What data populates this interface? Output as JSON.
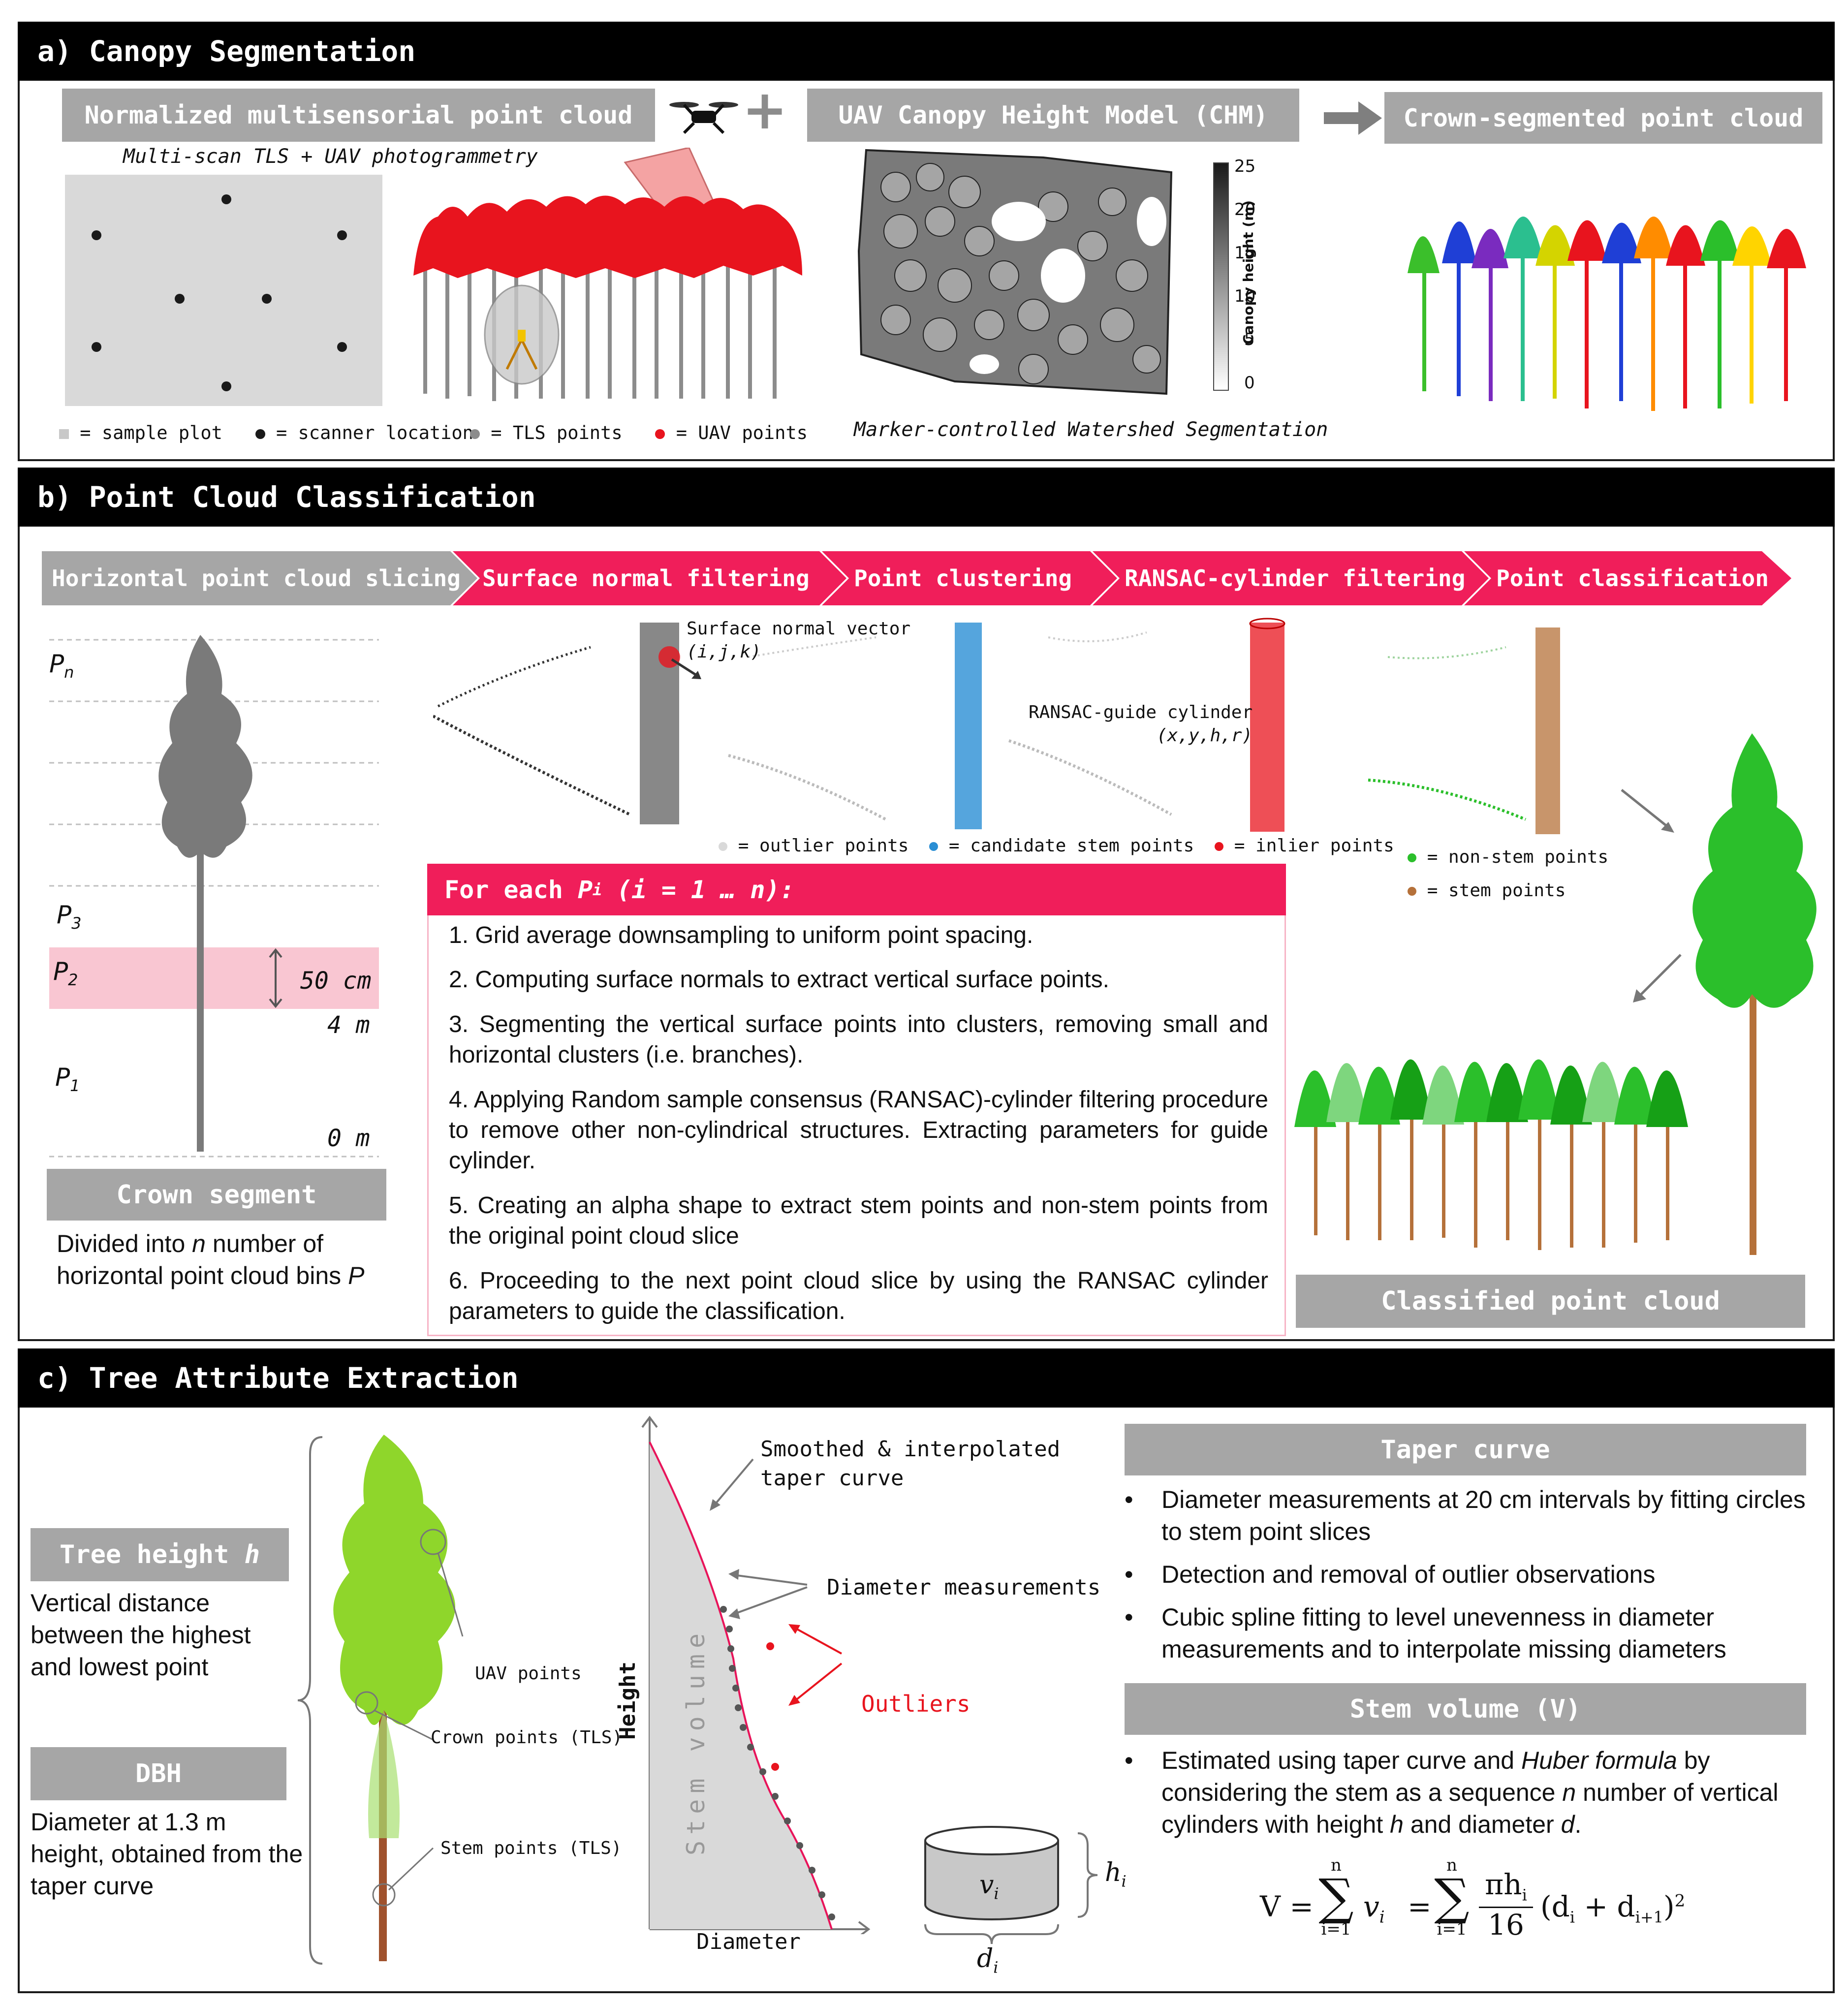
{
  "section_a": {
    "title": "a) Canopy Segmentation",
    "box_pointcloud": "Normalized multisensorial point cloud",
    "plus": "+",
    "box_chm": "UAV Canopy Height Model (CHM)",
    "box_crown": "Crown-segmented point cloud",
    "subtitle_tls": "Multi-scan TLS + UAV photogrammetry",
    "legend_sample_plot": "= sample plot",
    "legend_scanner": "= scanner location",
    "legend_tls": "= TLS points",
    "legend_uav": "= UAV points",
    "chm_caption": "Marker-controlled Watershed Segmentation",
    "colorbar_label": "Canopy height (m)",
    "colorbar_ticks": [
      "25",
      "20",
      "15",
      "10",
      "5",
      "0"
    ]
  },
  "section_b": {
    "title": "b) Point Cloud Classification",
    "steps": [
      "Horizontal point cloud slicing",
      "Surface normal filtering",
      "Point clustering",
      "RANSAC-cylinder filtering",
      "Point classification"
    ],
    "slice_labels": {
      "pn": "P",
      "pn_sub": "n",
      "p3": "P",
      "p3_sub": "3",
      "p2": "P",
      "p2_sub": "2",
      "p1": "P",
      "p1_sub": "1"
    },
    "slice_height": "50 cm",
    "mark_4m": "4 m",
    "mark_0m": "0 m",
    "crown_segment": "Crown segment",
    "crown_desc_1": "Divided into",
    "crown_desc_n": "n",
    "crown_desc_2": "number of",
    "crown_desc_3": "horizontal point cloud bins",
    "crown_desc_p": "P",
    "surface_normal_label": "Surface normal vector",
    "surface_normal_vec": "(i,j,k)",
    "ransac_label": "RANSAC-guide cylinder",
    "ransac_vec": "(x,y,h,r)",
    "legend_outlier": "= outlier points",
    "legend_candidate": "= candidate stem points",
    "legend_inlier": "= inlier points",
    "legend_nonstem": "= non-stem points",
    "legend_stem": "= stem points",
    "for_each_1": "For each",
    "for_each_p": "P",
    "for_each_sub": "i",
    "for_each_2": "(i = 1 … n):",
    "procedure": [
      "1. Grid average downsampling to uniform point spacing.",
      "2. Computing surface normals to extract vertical surface points.",
      "3. Segmenting the vertical surface points into clusters, removing small and horizontal clusters (i.e. branches).",
      "4. Applying Random sample consensus (RANSAC)-cylinder filtering procedure to remove other non-cylindrical structures. Extracting parameters for guide cylinder.",
      "5. Creating an alpha shape to extract stem points and non-stem points from the original point cloud slice",
      "6. Proceeding to the next point cloud slice by using the RANSAC cylinder parameters to guide the classification."
    ],
    "classified": "Classified point cloud"
  },
  "section_c": {
    "title": "c) Tree Attribute Extraction",
    "tree_height_box": "Tree height",
    "tree_height_var": "h",
    "tree_height_desc": "Vertical distance between the highest and lowest point",
    "dbh_box": "DBH",
    "dbh_desc": "Diameter at 1.3 m height, obtained from the taper curve",
    "uav_points": "UAV points",
    "crown_points": "Crown points (TLS)",
    "stem_points": "Stem points (TLS)",
    "smoothed_label": "Smoothed & interpolated taper curve",
    "diam_meas": "Diameter measurements",
    "outliers": "Outliers",
    "axis_height": "Height",
    "axis_diameter": "Diameter",
    "stem_volume_vertical": "Stem volume",
    "cyl_v": "v",
    "cyl_v_sub": "i",
    "cyl_h": "h",
    "cyl_h_sub": "i",
    "cyl_d": "d",
    "cyl_d_sub": "i",
    "taper_box": "Taper curve",
    "taper_bullets": [
      "Diameter measurements at 20 cm intervals by fitting circles to stem point slices",
      "Detection and removal of outlier observations",
      "Cubic spline fitting to level unevenness in diameter measurements and to interpolate missing diameters"
    ],
    "volume_box": "Stem volume (V)",
    "volume_desc_1": "Estimated using taper curve and",
    "volume_desc_huber": "Huber formula",
    "volume_desc_2": "by considering the stem as a sequence",
    "volume_desc_n": "n",
    "volume_desc_3": "number of vertical cylinders with height",
    "volume_desc_h": "h",
    "volume_desc_4": "and diameter",
    "volume_desc_d": "d",
    "volume_desc_5": ".",
    "formula": {
      "V": "V =",
      "sum_top": "n",
      "sum_bottom": "i=1",
      "vi": "v",
      "vi_sub": "i",
      "eq": "=",
      "num": "πh",
      "num_sub": "i",
      "den": "16",
      "paren": "(d",
      "paren_sub1": "i",
      "plus": "+ d",
      "paren_sub2": "i+1",
      "close": ")",
      "sq": "2"
    }
  },
  "colors": {
    "accent_pink": "#f01e5a",
    "box_gray": "#a6a6a6",
    "uav_red": "#e8141e",
    "tls_gray": "#8c8c8c",
    "stem_blue": "#2a8ed4",
    "nonstem_green": "#2bbf2b",
    "stem_brown": "#b5713a"
  }
}
